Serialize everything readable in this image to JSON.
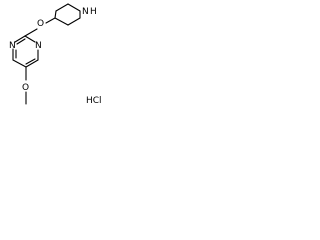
{
  "molecule": {
    "atoms": {
      "pyrimidine_n1": "N",
      "pyrimidine_n3": "N",
      "ether_o": "O",
      "methoxy_o": "O",
      "piperidine_nh": "N",
      "piperidine_h": "H"
    },
    "salt": "HCl"
  }
}
